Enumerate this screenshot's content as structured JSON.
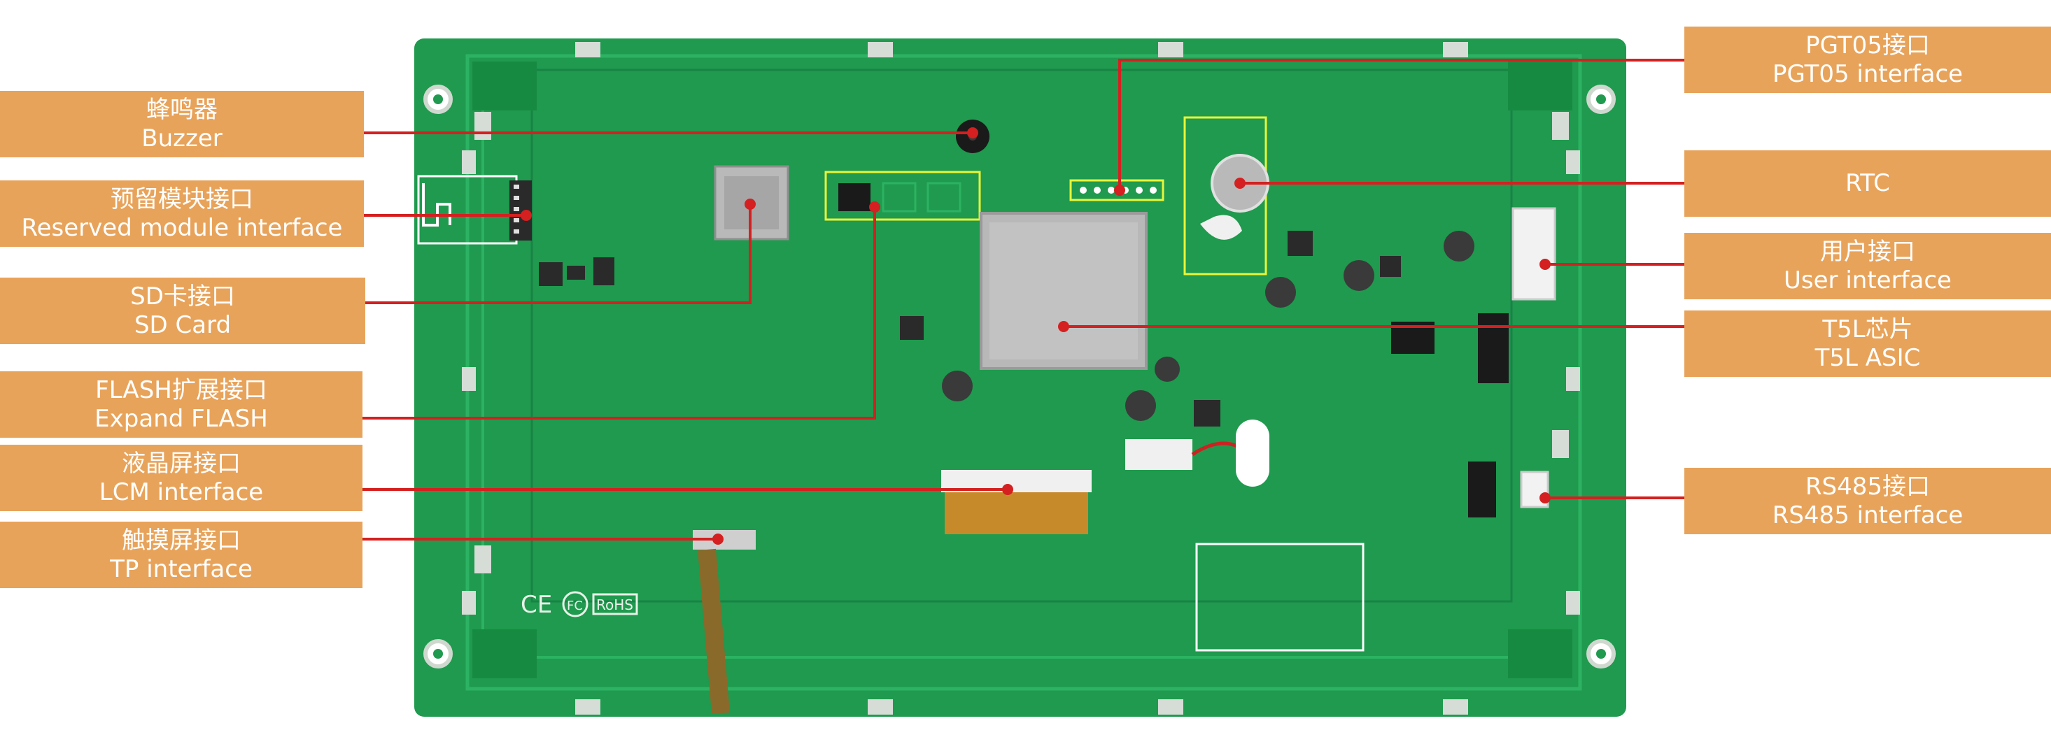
{
  "colors": {
    "label_bg": "#E8A35A",
    "label_text": "#FFFFFF",
    "leader_line": "#D42020",
    "pcb_green": "#1F9A4E",
    "highlight_box": "#E8F53A"
  },
  "board": {
    "silkscreen": [
      "CE",
      "FC",
      "RoHS"
    ]
  },
  "callouts": [
    {
      "id": "buzzer",
      "cn": "蜂鸣器",
      "en": "Buzzer",
      "side": "left"
    },
    {
      "id": "reserved-module",
      "cn": "预留模块接口",
      "en": "Reserved module interface",
      "side": "left"
    },
    {
      "id": "sd-card",
      "cn": "SD卡接口",
      "en": "SD Card",
      "side": "left"
    },
    {
      "id": "flash",
      "cn": "FLASH扩展接口",
      "en": "Expand FLASH",
      "side": "left"
    },
    {
      "id": "lcm",
      "cn": "液晶屏接口",
      "en": "LCM interface",
      "side": "left"
    },
    {
      "id": "tp",
      "cn": "触摸屏接口",
      "en": "TP interface",
      "side": "left"
    },
    {
      "id": "pgt05",
      "cn": "PGT05接口",
      "en": "PGT05 interface",
      "side": "right"
    },
    {
      "id": "rtc",
      "cn": "",
      "en": "RTC",
      "side": "right"
    },
    {
      "id": "user",
      "cn": "用户接口",
      "en": "User interface",
      "side": "right"
    },
    {
      "id": "t5l",
      "cn": "T5L芯片",
      "en": "T5L ASIC",
      "side": "right"
    },
    {
      "id": "rs485",
      "cn": "RS485接口",
      "en": "RS485 interface",
      "side": "right"
    }
  ]
}
